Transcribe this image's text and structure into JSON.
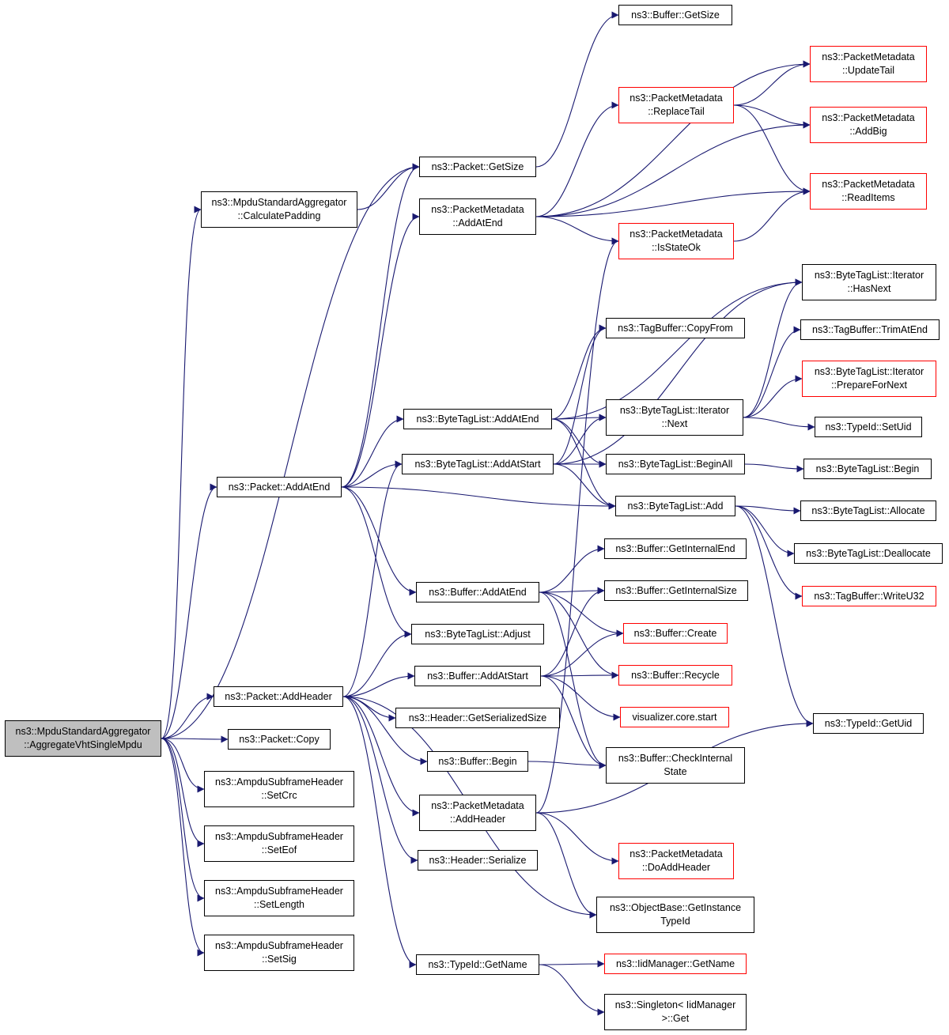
{
  "graph": {
    "edge_color": "#191970",
    "nodes": [
      {
        "id": "root",
        "lines": [
          "ns3::MpduStandardAggregator",
          "::AggregateVhtSingleMpdu"
        ],
        "style": "root"
      },
      {
        "id": "calcpad",
        "lines": [
          "ns3::MpduStandardAggregator",
          "::CalculatePadding"
        ]
      },
      {
        "id": "pkt_addatend",
        "lines": [
          "ns3::Packet::AddAtEnd"
        ]
      },
      {
        "id": "pkt_addheader",
        "lines": [
          "ns3::Packet::AddHeader"
        ]
      },
      {
        "id": "pkt_copy",
        "lines": [
          "ns3::Packet::Copy"
        ]
      },
      {
        "id": "setcrc",
        "lines": [
          "ns3::AmpduSubframeHeader",
          "::SetCrc"
        ]
      },
      {
        "id": "seteof",
        "lines": [
          "ns3::AmpduSubframeHeader",
          "::SetEof"
        ]
      },
      {
        "id": "setlength",
        "lines": [
          "ns3::AmpduSubframeHeader",
          "::SetLength"
        ]
      },
      {
        "id": "setsig",
        "lines": [
          "ns3::AmpduSubframeHeader",
          "::SetSig"
        ]
      },
      {
        "id": "pkt_getsize",
        "lines": [
          "ns3::Packet::GetSize"
        ]
      },
      {
        "id": "pm_addatend",
        "lines": [
          "ns3::PacketMetadata",
          "::AddAtEnd"
        ]
      },
      {
        "id": "btl_addatend",
        "lines": [
          "ns3::ByteTagList::AddAtEnd"
        ]
      },
      {
        "id": "btl_addatstart",
        "lines": [
          "ns3::ByteTagList::AddAtStart"
        ]
      },
      {
        "id": "buf_addatend",
        "lines": [
          "ns3::Buffer::AddAtEnd"
        ]
      },
      {
        "id": "btl_adjust",
        "lines": [
          "ns3::ByteTagList::Adjust"
        ]
      },
      {
        "id": "buf_addatstart",
        "lines": [
          "ns3::Buffer::AddAtStart"
        ]
      },
      {
        "id": "hdr_getsersize",
        "lines": [
          "ns3::Header::GetSerializedSize"
        ]
      },
      {
        "id": "buf_begin",
        "lines": [
          "ns3::Buffer::Begin"
        ]
      },
      {
        "id": "pm_addheader",
        "lines": [
          "ns3::PacketMetadata",
          "::AddHeader"
        ]
      },
      {
        "id": "hdr_serialize",
        "lines": [
          "ns3::Header::Serialize"
        ]
      },
      {
        "id": "typeid_getname",
        "lines": [
          "ns3::TypeId::GetName"
        ]
      },
      {
        "id": "buf_getsize",
        "lines": [
          "ns3::Buffer::GetSize"
        ]
      },
      {
        "id": "pm_replacetail",
        "lines": [
          "ns3::PacketMetadata",
          "::ReplaceTail"
        ],
        "style": "red"
      },
      {
        "id": "pm_isstateok",
        "lines": [
          "ns3::PacketMetadata",
          "::IsStateOk"
        ],
        "style": "red"
      },
      {
        "id": "tb_copyfrom",
        "lines": [
          "ns3::TagBuffer::CopyFrom"
        ]
      },
      {
        "id": "btli_next",
        "lines": [
          "ns3::ByteTagList::Iterator",
          "::Next"
        ]
      },
      {
        "id": "btl_beginall",
        "lines": [
          "ns3::ByteTagList::BeginAll"
        ]
      },
      {
        "id": "btl_add",
        "lines": [
          "ns3::ByteTagList::Add"
        ]
      },
      {
        "id": "buf_getintend",
        "lines": [
          "ns3::Buffer::GetInternalEnd"
        ]
      },
      {
        "id": "buf_getintsize",
        "lines": [
          "ns3::Buffer::GetInternalSize"
        ]
      },
      {
        "id": "buf_create",
        "lines": [
          "ns3::Buffer::Create"
        ],
        "style": "red"
      },
      {
        "id": "buf_recycle",
        "lines": [
          "ns3::Buffer::Recycle"
        ],
        "style": "red"
      },
      {
        "id": "viz_start",
        "lines": [
          "visualizer.core.start"
        ],
        "style": "red"
      },
      {
        "id": "buf_checkint",
        "lines": [
          "ns3::Buffer::CheckInternal",
          "State"
        ]
      },
      {
        "id": "pm_doaddheader",
        "lines": [
          "ns3::PacketMetadata",
          "::DoAddHeader"
        ],
        "style": "red"
      },
      {
        "id": "ob_getinsttid",
        "lines": [
          "ns3::ObjectBase::GetInstance",
          "TypeId"
        ]
      },
      {
        "id": "iid_getname",
        "lines": [
          "ns3::IidManager::GetName"
        ],
        "style": "red"
      },
      {
        "id": "singleton_get",
        "lines": [
          "ns3::Singleton< IidManager",
          ">::Get"
        ]
      },
      {
        "id": "pm_updatetail",
        "lines": [
          "ns3::PacketMetadata",
          "::UpdateTail"
        ],
        "style": "red"
      },
      {
        "id": "pm_addbig",
        "lines": [
          "ns3::PacketMetadata",
          "::AddBig"
        ],
        "style": "red"
      },
      {
        "id": "pm_readitems",
        "lines": [
          "ns3::PacketMetadata",
          "::ReadItems"
        ],
        "style": "red"
      },
      {
        "id": "btli_hasnext",
        "lines": [
          "ns3::ByteTagList::Iterator",
          "::HasNext"
        ]
      },
      {
        "id": "tb_trimatend",
        "lines": [
          "ns3::TagBuffer::TrimAtEnd"
        ]
      },
      {
        "id": "btli_prepnext",
        "lines": [
          "ns3::ByteTagList::Iterator",
          "::PrepareForNext"
        ],
        "style": "red"
      },
      {
        "id": "typeid_setuid",
        "lines": [
          "ns3::TypeId::SetUid"
        ]
      },
      {
        "id": "btl_begin",
        "lines": [
          "ns3::ByteTagList::Begin"
        ]
      },
      {
        "id": "btl_allocate",
        "lines": [
          "ns3::ByteTagList::Allocate"
        ]
      },
      {
        "id": "btl_deallocate",
        "lines": [
          "ns3::ByteTagList::Deallocate"
        ]
      },
      {
        "id": "tb_writeu32",
        "lines": [
          "ns3::TagBuffer::WriteU32"
        ],
        "style": "red"
      },
      {
        "id": "typeid_getuid",
        "lines": [
          "ns3::TypeId::GetUid"
        ]
      }
    ],
    "edges": [
      [
        "root",
        "calcpad"
      ],
      [
        "root",
        "pkt_addatend"
      ],
      [
        "root",
        "pkt_addheader"
      ],
      [
        "root",
        "pkt_copy"
      ],
      [
        "root",
        "setcrc"
      ],
      [
        "root",
        "seteof"
      ],
      [
        "root",
        "setlength"
      ],
      [
        "root",
        "setsig"
      ],
      [
        "root",
        "pkt_getsize"
      ],
      [
        "calcpad",
        "pkt_getsize"
      ],
      [
        "pkt_getsize",
        "buf_getsize"
      ],
      [
        "pkt_addatend",
        "pkt_getsize"
      ],
      [
        "pkt_addatend",
        "pm_addatend"
      ],
      [
        "pkt_addatend",
        "btl_addatend"
      ],
      [
        "pkt_addatend",
        "btl_addatstart"
      ],
      [
        "pkt_addatend",
        "btl_add"
      ],
      [
        "pkt_addatend",
        "buf_addatend"
      ],
      [
        "pkt_addatend",
        "btl_adjust"
      ],
      [
        "pkt_addheader",
        "btl_addatstart"
      ],
      [
        "pkt_addheader",
        "btl_adjust"
      ],
      [
        "pkt_addheader",
        "buf_addatstart"
      ],
      [
        "pkt_addheader",
        "hdr_getsersize"
      ],
      [
        "pkt_addheader",
        "buf_begin"
      ],
      [
        "pkt_addheader",
        "pm_addheader"
      ],
      [
        "pkt_addheader",
        "hdr_serialize"
      ],
      [
        "pkt_addheader",
        "ob_getinsttid"
      ],
      [
        "pkt_addheader",
        "typeid_getname"
      ],
      [
        "pm_addatend",
        "pm_updatetail"
      ],
      [
        "pm_addatend",
        "pm_replacetail"
      ],
      [
        "pm_addatend",
        "pm_addbig"
      ],
      [
        "pm_addatend",
        "pm_readitems"
      ],
      [
        "pm_addatend",
        "pm_isstateok"
      ],
      [
        "pm_replacetail",
        "pm_updatetail"
      ],
      [
        "pm_replacetail",
        "pm_addbig"
      ],
      [
        "pm_replacetail",
        "pm_readitems"
      ],
      [
        "pm_isstateok",
        "pm_readitems"
      ],
      [
        "btl_addatend",
        "btli_hasnext"
      ],
      [
        "btl_addatend",
        "tb_copyfrom"
      ],
      [
        "btl_addatend",
        "btli_next"
      ],
      [
        "btl_addatend",
        "btl_beginall"
      ],
      [
        "btl_addatend",
        "btl_add"
      ],
      [
        "btl_addatstart",
        "tb_copyfrom"
      ],
      [
        "btl_addatstart",
        "btli_hasnext"
      ],
      [
        "btl_addatstart",
        "btli_next"
      ],
      [
        "btl_addatstart",
        "btl_beginall"
      ],
      [
        "btl_addatstart",
        "btl_add"
      ],
      [
        "btli_next",
        "btli_hasnext"
      ],
      [
        "btli_next",
        "tb_trimatend"
      ],
      [
        "btli_next",
        "btli_prepnext"
      ],
      [
        "btli_next",
        "typeid_setuid"
      ],
      [
        "btl_beginall",
        "btl_begin"
      ],
      [
        "btl_add",
        "btl_allocate"
      ],
      [
        "btl_add",
        "btl_deallocate"
      ],
      [
        "btl_add",
        "tb_writeu32"
      ],
      [
        "btl_add",
        "typeid_getuid"
      ],
      [
        "buf_addatend",
        "buf_getintend"
      ],
      [
        "buf_addatend",
        "buf_getintsize"
      ],
      [
        "buf_addatend",
        "buf_create"
      ],
      [
        "buf_addatend",
        "buf_recycle"
      ],
      [
        "buf_addatend",
        "buf_checkint"
      ],
      [
        "buf_addatstart",
        "buf_getintsize"
      ],
      [
        "buf_addatstart",
        "buf_create"
      ],
      [
        "buf_addatstart",
        "buf_recycle"
      ],
      [
        "buf_addatstart",
        "viz_start"
      ],
      [
        "buf_addatstart",
        "buf_checkint"
      ],
      [
        "buf_begin",
        "buf_checkint"
      ],
      [
        "pm_addheader",
        "pm_isstateok"
      ],
      [
        "pm_addheader",
        "typeid_getuid"
      ],
      [
        "pm_addheader",
        "pm_doaddheader"
      ],
      [
        "pm_addheader",
        "ob_getinsttid"
      ],
      [
        "typeid_getname",
        "iid_getname"
      ],
      [
        "typeid_getname",
        "singleton_get"
      ]
    ]
  }
}
